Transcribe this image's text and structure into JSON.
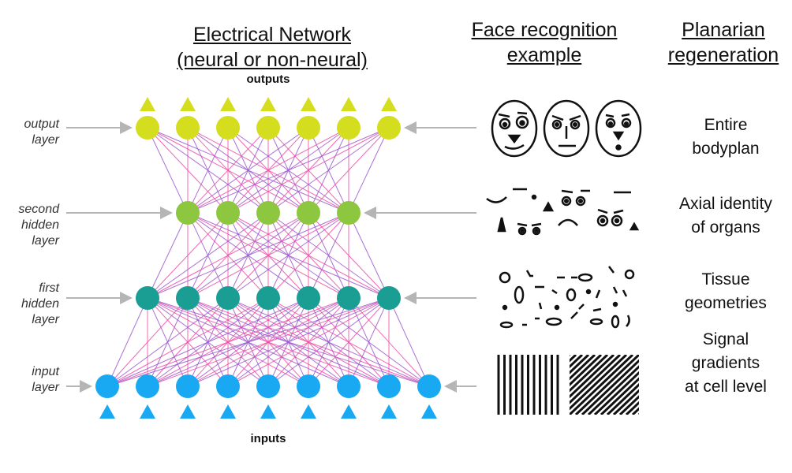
{
  "headers": {
    "network": [
      "Electrical Network",
      "(neural or non-neural)"
    ],
    "face": [
      "Face recognition",
      "example"
    ],
    "planarian": [
      "Planarian",
      "regeneration"
    ]
  },
  "io_labels": {
    "outputs": "outputs",
    "inputs": "inputs"
  },
  "layer_labels": {
    "output": [
      "output",
      "layer"
    ],
    "second_hidden": [
      "second",
      "hidden",
      "layer"
    ],
    "first_hidden": [
      "first",
      "hidden",
      "layer"
    ],
    "input": [
      "input",
      "layer"
    ]
  },
  "planarian_labels": {
    "entire": [
      "Entire",
      "bodyplan"
    ],
    "axial": [
      "Axial identity",
      "of organs"
    ],
    "tissue": [
      "Tissue",
      "geometries"
    ],
    "signal": [
      "Signal",
      "gradients",
      "at cell level"
    ]
  },
  "colors": {
    "output_node": "#d4dd1e",
    "second_hidden_node": "#8dc63f",
    "first_hidden_node": "#1a9e94",
    "input_node": "#19a9f2",
    "edge_purple": "#9b59d0",
    "edge_pink": "#ef4fa6",
    "arrow": "#b5b5b5"
  },
  "network": {
    "layers": [
      {
        "name": "output",
        "count": 7
      },
      {
        "name": "second_hidden",
        "count": 5
      },
      {
        "name": "first_hidden",
        "count": 7
      },
      {
        "name": "input",
        "count": 9
      }
    ]
  }
}
